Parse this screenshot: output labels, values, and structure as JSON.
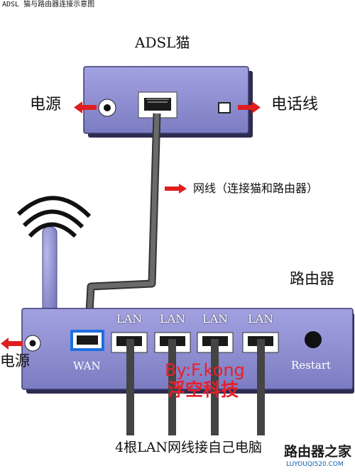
{
  "caption": "ADSL 猫与路由器连接示意图",
  "modem": {
    "title": "ADSL猫",
    "power_label": "电源",
    "phone_label": "电话线"
  },
  "cable": {
    "label": "网线（连接猫和路由器）"
  },
  "router": {
    "title": "路由器",
    "power_label": "电源",
    "wan_label": "WAN",
    "lan_labels": [
      "LAN",
      "LAN",
      "LAN",
      "LAN"
    ],
    "restart_label": "Restart"
  },
  "watermark": {
    "line1": "By:F.kong",
    "line2": "浮空科技"
  },
  "bottom_label": "4根LAN网线接自己电脑",
  "logo": {
    "line1": "路由器之家",
    "line2": "LUYOUQI520.COM"
  },
  "colors": {
    "device_body": "#8f8fd6",
    "cable": "#5a5a5a",
    "arrow": "#e01e1e",
    "wan_highlight": "#1e6fe0",
    "watermark": "#e8202a"
  }
}
